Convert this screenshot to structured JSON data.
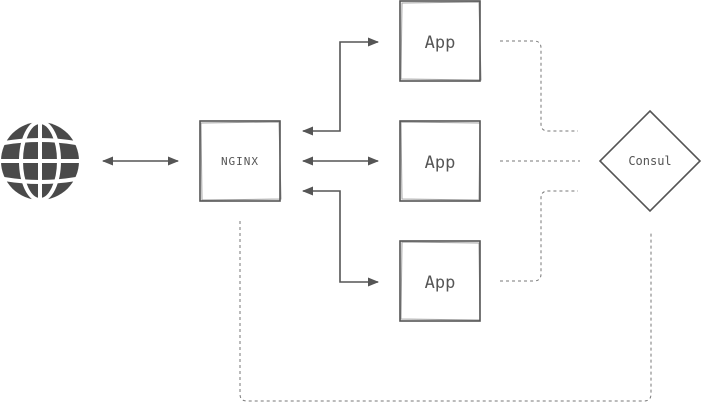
{
  "nodes": {
    "nginx": {
      "label": "NGINX"
    },
    "apps": [
      {
        "label": "App"
      },
      {
        "label": "App"
      },
      {
        "label": "App"
      }
    ],
    "consul": {
      "label": "Consul"
    }
  },
  "icons": {
    "internet": "globe-icon"
  },
  "colors": {
    "stroke": "#555555",
    "background": "#ffffff"
  }
}
